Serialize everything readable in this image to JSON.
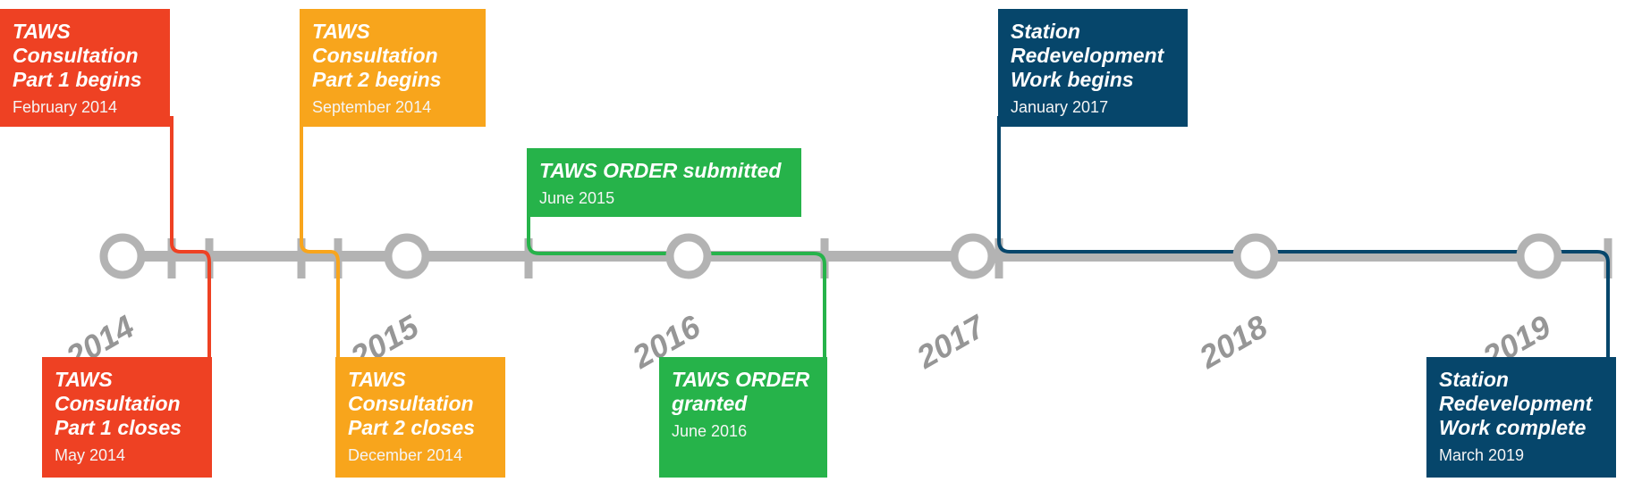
{
  "years": [
    "2014",
    "2015",
    "2016",
    "2017",
    "2018",
    "2019"
  ],
  "events": [
    {
      "id": "p1-begins",
      "title": "TAWS Consultation Part 1 begins",
      "date": "February 2014"
    },
    {
      "id": "p1-closes",
      "title": "TAWS Consultation Part 1 closes",
      "date": "May 2014"
    },
    {
      "id": "p2-begins",
      "title": "TAWS Consultation Part 2 begins",
      "date": "September 2014"
    },
    {
      "id": "p2-closes",
      "title": "TAWS Consultation Part 2 closes",
      "date": "December 2014"
    },
    {
      "id": "order-submitted",
      "title": "TAWS ORDER submitted",
      "date": "June 2015"
    },
    {
      "id": "order-granted",
      "title": "TAWS ORDER granted",
      "date": "June 2016"
    },
    {
      "id": "work-begins",
      "title": "Station Redevelopment Work begins",
      "date": "January 2017"
    },
    {
      "id": "work-complete",
      "title": "Station Redevelopment Work complete",
      "date": "March 2019"
    }
  ],
  "colors": {
    "track": "#b3b3b3",
    "part1": "#ee4123",
    "part2": "#f8a51c",
    "order": "#26b34a",
    "redevelopment": "#06466b",
    "year_text": "#969696"
  }
}
